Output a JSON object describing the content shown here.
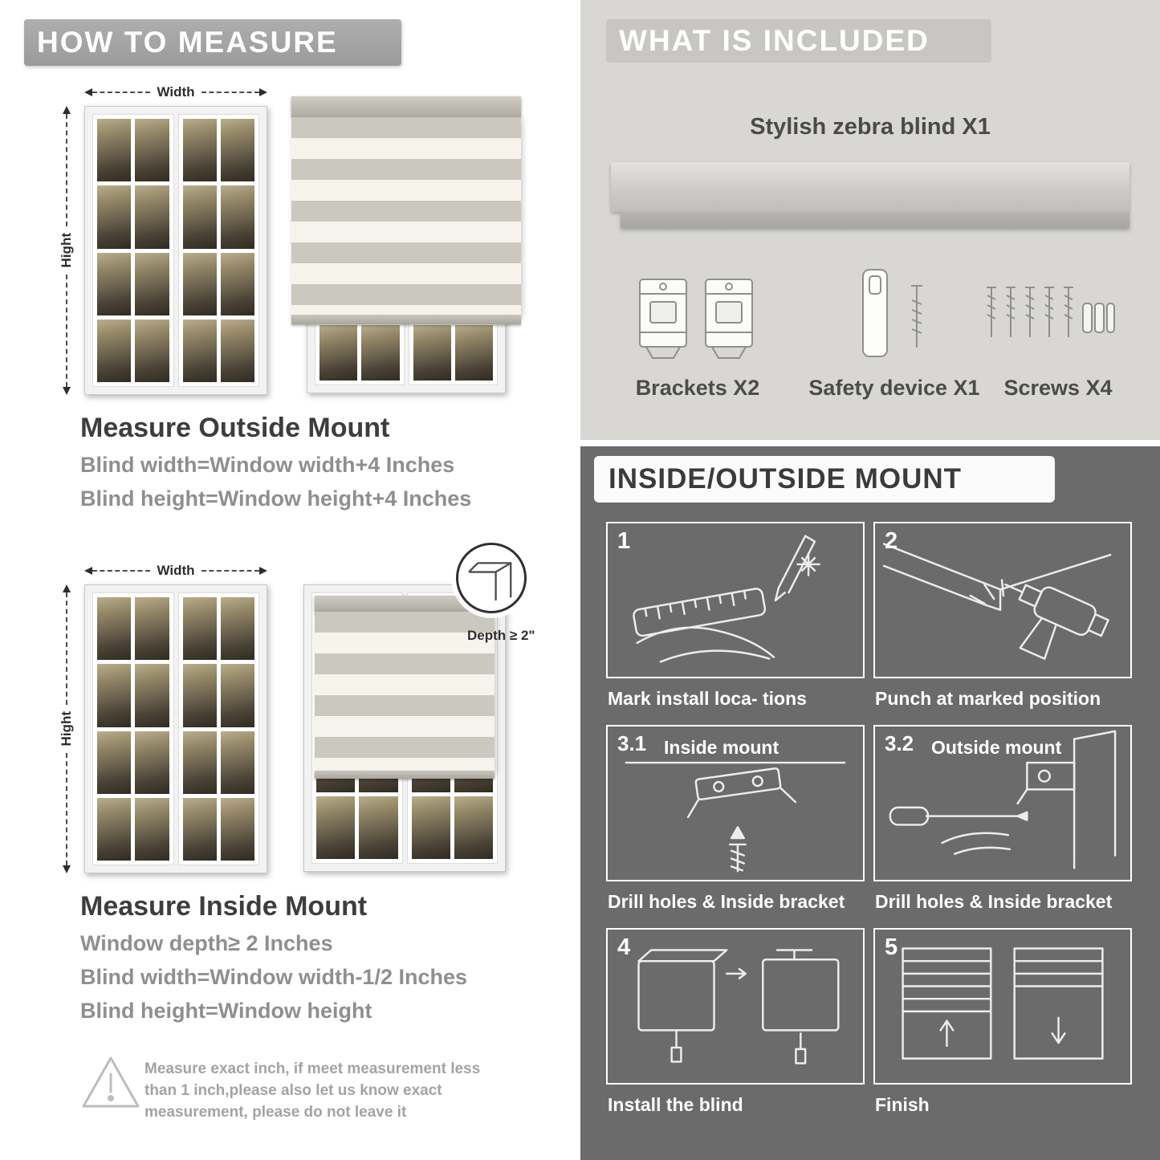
{
  "colors": {
    "banner_gray": "#a5a5a5",
    "included_bg": "#d8d7d4",
    "mount_bg": "#6b6b6b",
    "heading_text": "#3d3d3d",
    "body_text": "#8f8f8f",
    "blind_stripe": "#cbc8bf",
    "blind_sheer": "#f5f3ec"
  },
  "left": {
    "banner": "HOW TO MEASURE",
    "outside": {
      "width_label": "Width",
      "height_label": "Hight",
      "title": "Measure Outside Mount",
      "line1": "Blind width=Window width+4 Inches",
      "line2": "Blind height=Window height+4 Inches"
    },
    "inside": {
      "width_label": "Width",
      "height_label": "Hight",
      "depth_note": "Depth ≥ 2\"",
      "title": "Measure Inside Mount",
      "line1": "Window depth≥ 2 Inches",
      "line2": "Blind width=Window width-1/2 Inches",
      "line3": "Blind height=Window height"
    },
    "warning": {
      "text": "Measure exact inch, if meet measurement less than 1 inch,please also let us know exact measurement, please do not leave it"
    }
  },
  "right": {
    "included": {
      "header": "WHAT IS INCLUDED",
      "product": "Stylish zebra blind X1",
      "items": [
        {
          "icon": "brackets-icon",
          "label": "Brackets X2"
        },
        {
          "icon": "safety-device-icon",
          "label": "Safety device X1"
        },
        {
          "icon": "screws-icon",
          "label": "Screws X4"
        }
      ]
    },
    "mount": {
      "header": "INSIDE/OUTSIDE MOUNT",
      "steps": [
        {
          "num": "1",
          "title": "",
          "caption": "Mark install loca- tions"
        },
        {
          "num": "2",
          "title": "",
          "caption": "Punch at  marked position"
        },
        {
          "num": "3.1",
          "title": "Inside mount",
          "caption": "Drill holes &  Inside bracket"
        },
        {
          "num": "3.2",
          "title": "Outside mount",
          "caption": "Drill holes &  Inside bracket"
        },
        {
          "num": "4",
          "title": "",
          "caption": "Install the blind"
        },
        {
          "num": "5",
          "title": "",
          "caption": "Finish"
        }
      ]
    }
  }
}
